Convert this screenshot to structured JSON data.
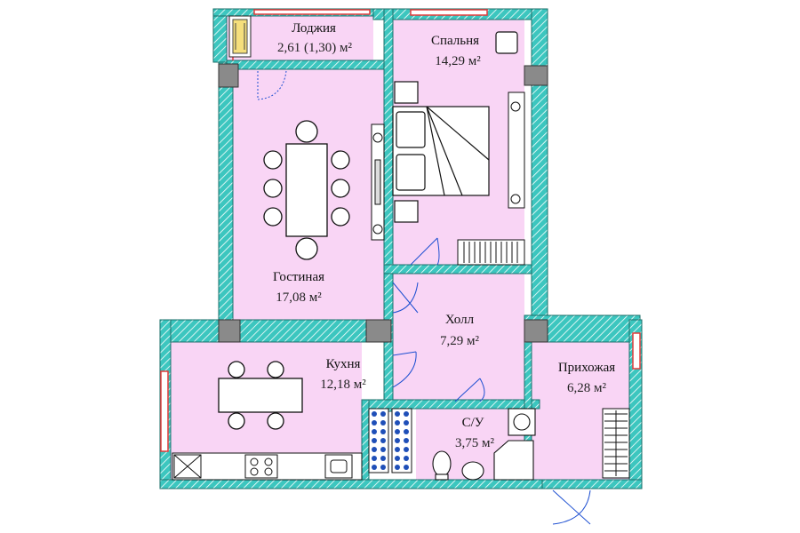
{
  "colors": {
    "room_fill": "#f9d5f5",
    "wall_fill": "#3cc6bf",
    "wall_outline": "#1d6f6a",
    "column_fill": "#8a8a8a",
    "tile_fill": "#1f4fb8",
    "window_line": "#e23b3b"
  },
  "rooms": [
    {
      "name": "Лоджия",
      "area": "2,61 (1,30) м²"
    },
    {
      "name": "Спальня",
      "area": "14,29 м²"
    },
    {
      "name": "Гостиная",
      "area": "17,08 м²"
    },
    {
      "name": "Холл",
      "area": "7,29 м²"
    },
    {
      "name": "Кухня",
      "area": "12,18 м²"
    },
    {
      "name": "Прихожая",
      "area": "6,28 м²"
    },
    {
      "name": "С/У",
      "area": "3,75 м²"
    }
  ]
}
